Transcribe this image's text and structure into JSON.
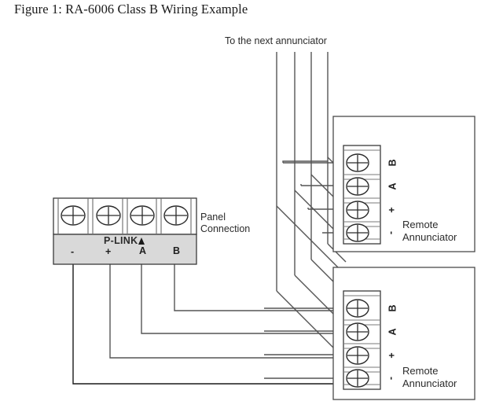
{
  "figure": {
    "title": "Figure 1: RA-6006 Class B Wiring Example"
  },
  "annotations": {
    "to_next": "To the next annunciator",
    "panel_connection_line1": "Panel",
    "panel_connection_line2": "Connection"
  },
  "panel_block": {
    "name": "P-LINK",
    "terminals": [
      {
        "label": "-",
        "icon": "screw-terminal-icon"
      },
      {
        "label": "+",
        "icon": "screw-terminal-icon"
      },
      {
        "label": "A",
        "icon": "screw-terminal-icon"
      },
      {
        "label": "B",
        "icon": "screw-terminal-icon"
      }
    ]
  },
  "annunciators": [
    {
      "id": "upper",
      "name_line1": "Remote",
      "name_line2": "Annunciator",
      "terminals": [
        {
          "label": "B",
          "icon": "screw-terminal-icon"
        },
        {
          "label": "A",
          "icon": "screw-terminal-icon"
        },
        {
          "label": "+",
          "icon": "screw-terminal-icon"
        },
        {
          "label": "-",
          "icon": "screw-terminal-icon"
        }
      ]
    },
    {
      "id": "lower",
      "name_line1": "Remote",
      "name_line2": "Annunciator",
      "terminals": [
        {
          "label": "B",
          "icon": "screw-terminal-icon"
        },
        {
          "label": "A",
          "icon": "screw-terminal-icon"
        },
        {
          "label": "+",
          "icon": "screw-terminal-icon"
        },
        {
          "label": "-",
          "icon": "screw-terminal-icon"
        }
      ]
    }
  ],
  "style": {
    "line_color": "#555555",
    "dark_line_color": "#1a1a1a",
    "block_fill": "#d9d9d9",
    "terminal_fill": "#ffffff",
    "background": "#ffffff"
  }
}
